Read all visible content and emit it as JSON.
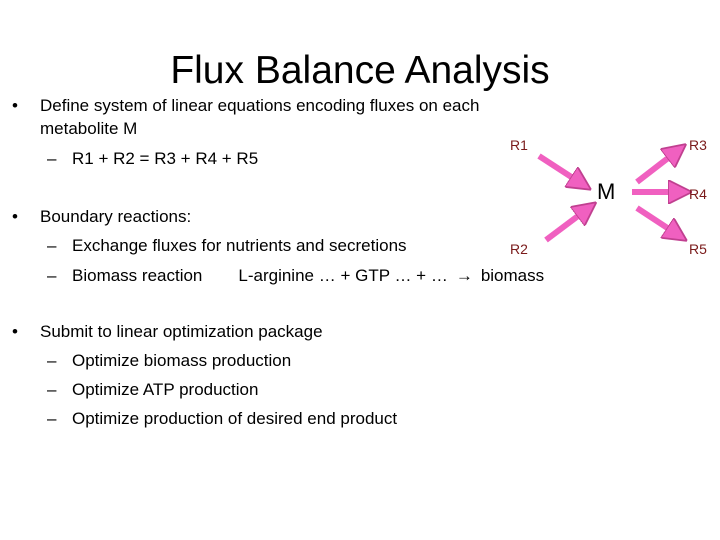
{
  "title": "Flux Balance Analysis",
  "bullets": [
    {
      "text": "Define system of linear equations encoding fluxes on each",
      "cont": "metabolite M",
      "subs": [
        "R1 + R2 = R3 + R4 + R5"
      ]
    },
    {
      "text": "Boundary reactions:",
      "subs": [
        "Exchange fluxes for nutrients and secretions",
        "Biomass reaction",
        "L-arginine … + GTP … + …",
        "biomass"
      ]
    },
    {
      "text": "Submit to linear optimization package",
      "subs": [
        "Optimize biomass production",
        "Optimize ATP production",
        "Optimize production of desired end product"
      ]
    }
  ],
  "bullet_glyph": "•",
  "dash_glyph": "–",
  "arrow_glyph": "→",
  "diagram": {
    "center": "M",
    "inputs": [
      "R1",
      "R2"
    ],
    "outputs": [
      "R3",
      "R4",
      "R5"
    ],
    "arrow_color": "#f060c0",
    "label_color": "#7a1a1a"
  }
}
